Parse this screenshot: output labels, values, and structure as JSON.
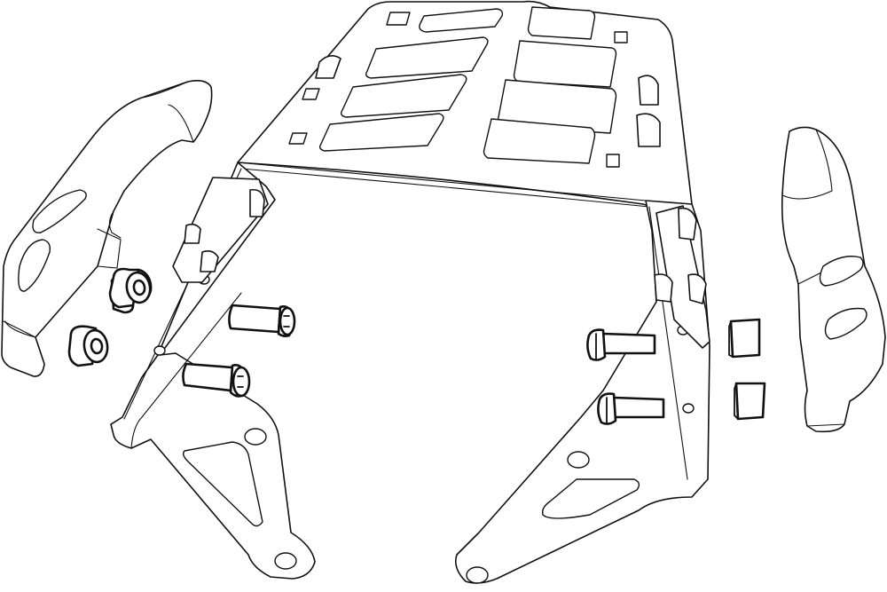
{
  "title": "",
  "background_color": "#ffffff",
  "line_color": "#111111",
  "parts": [
    "rack-plate",
    "left-grab-handle",
    "right-grab-handle",
    "spacer-bushing",
    "button-head-bolt",
    "square-washer"
  ]
}
